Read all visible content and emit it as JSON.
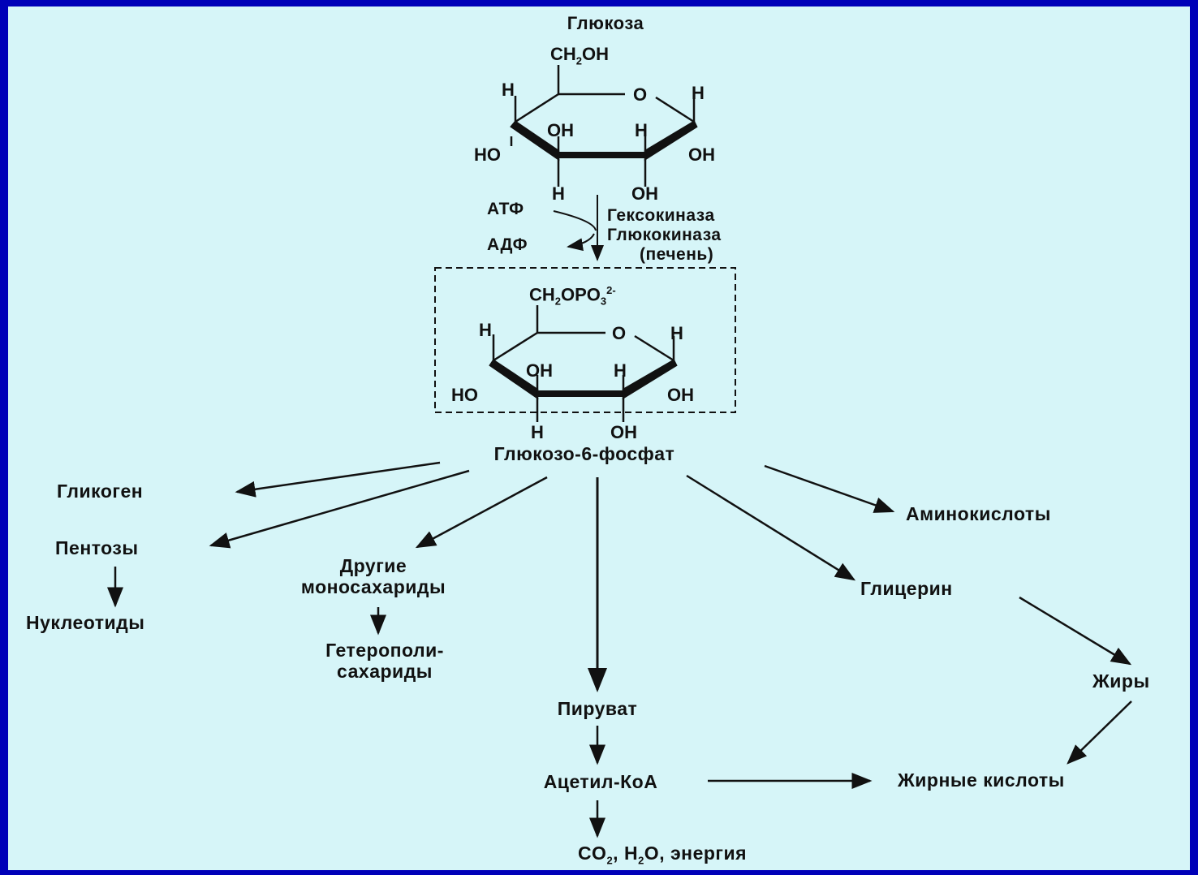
{
  "title": "Глюкоза",
  "glucose": {
    "ch2oh": "CH",
    "ch2oh_sub": "2",
    "ch2oh_rest": "OH",
    "ring_o": "O",
    "h_left": "H",
    "h_right": "H",
    "oh_inner": "OH",
    "h_inner": "H",
    "ho_left": "HO",
    "oh_right": "OH",
    "h_bottom": "H",
    "oh_bottom": "OH"
  },
  "reaction": {
    "atp": "АТФ",
    "adp": "АДФ",
    "enzyme1": "Гексокиназа",
    "enzyme2": "Глюкокиназа",
    "enzyme_note": "(печень)"
  },
  "g6p": {
    "group_main": "CH",
    "group_sub": "2",
    "group_rest": "OPO",
    "group_sub2": "3",
    "group_sup": "2-",
    "ring_o": "O",
    "h_left": "H",
    "h_right": "H",
    "oh_inner": "OH",
    "h_inner": "H",
    "ho_left": "HO",
    "oh_right": "OH",
    "h_bottom": "H",
    "oh_bottom": "OH",
    "name": "Глюкозо-6-фосфат"
  },
  "products": {
    "glycogen": "Гликоген",
    "pentoses": "Пентозы",
    "nucleotides": "Нуклеотиды",
    "other_mono_1": "Другие",
    "other_mono_2": "моносахариды",
    "heteropoly_1": "Гетерополи-",
    "heteropoly_2": "сахариды",
    "pyruvate": "Пируват",
    "acetyl_coa": "Ацетил-КоА",
    "final_co2": "CO",
    "final_sub1": "2",
    "final_mid": ", H",
    "final_sub2": "2",
    "final_rest": "O, энергия",
    "amino_acids": "Аминокислоты",
    "glycerol": "Глицерин",
    "fats": "Жиры",
    "fatty_acids": "Жирные кислоты"
  },
  "colors": {
    "frame": "#0000b8",
    "background": "#d6f5f8",
    "ink": "#111111"
  }
}
